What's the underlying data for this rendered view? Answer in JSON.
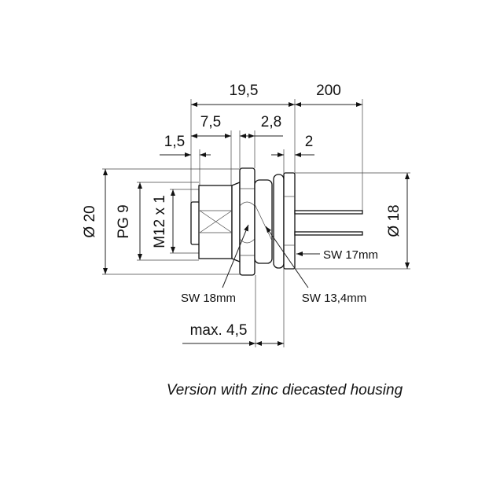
{
  "dimensions": {
    "overall_length": "19,5",
    "cable_length": "200",
    "body_length": "7,5",
    "nut_width": "2,8",
    "front_offset": "1,5",
    "flange_width": "2",
    "outer_diameter": "Ø 20",
    "thread_pg": "PG 9",
    "thread_metric": "M12 x 1",
    "flange_diameter": "Ø 18",
    "max_panel": "max. 4,5"
  },
  "labels": {
    "sw17": "SW 17mm",
    "sw18": "SW 18mm",
    "sw134": "SW 13,4mm"
  },
  "caption": "Version with zinc diecasted housing"
}
